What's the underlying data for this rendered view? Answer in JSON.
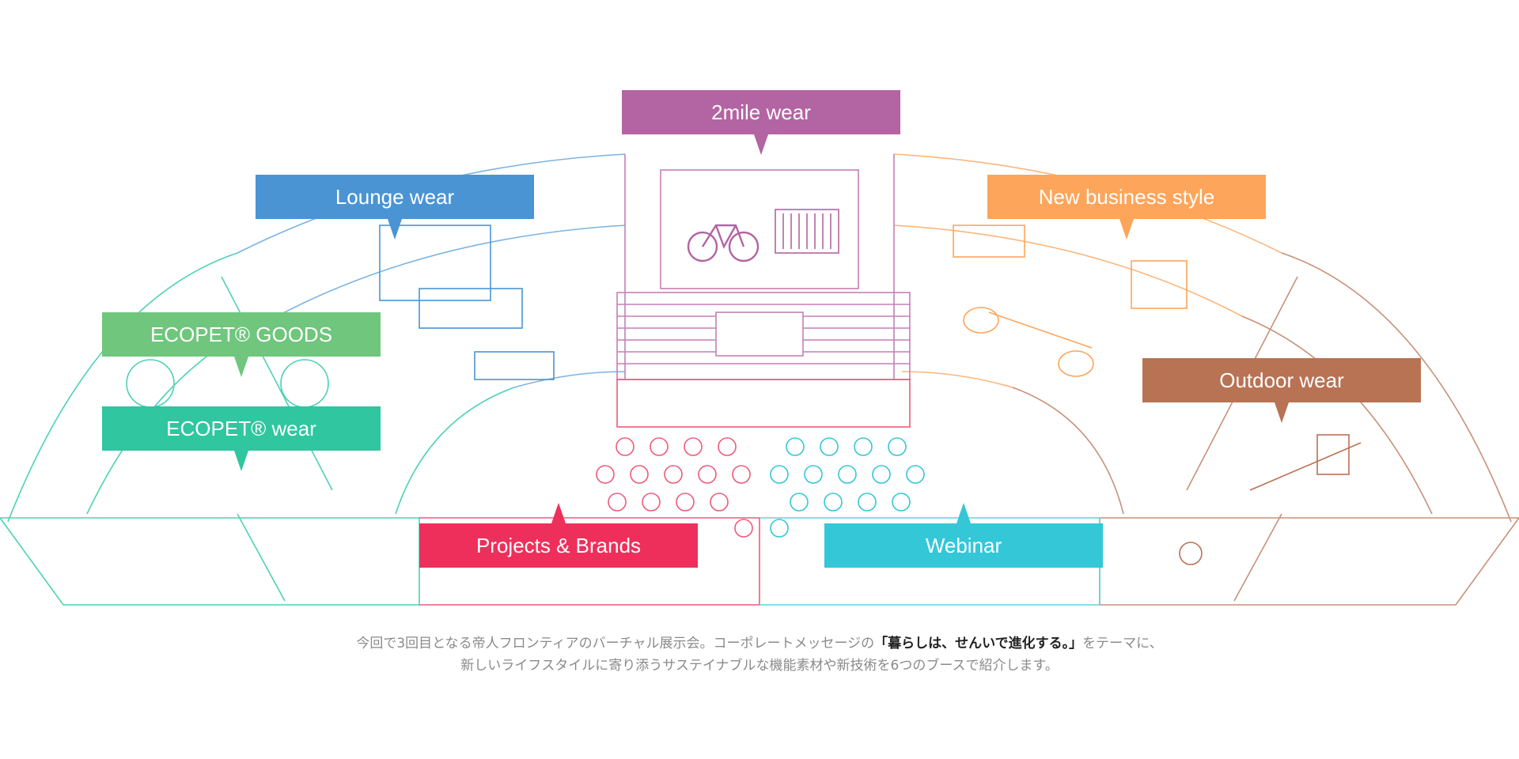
{
  "booths": {
    "two_mile_wear": {
      "label": "2mile wear",
      "color": "#b364a2"
    },
    "lounge_wear": {
      "label": "Lounge wear",
      "color": "#4a94d4"
    },
    "new_business_style": {
      "label": "New business style",
      "color": "#fda55a"
    },
    "ecopet_goods": {
      "label": "ECOPET® GOODS",
      "color": "#6fc67c"
    },
    "ecopet_wear": {
      "label": "ECOPET® wear",
      "color": "#2fc6a0"
    },
    "outdoor_wear": {
      "label": "Outdoor wear",
      "color": "#b87254"
    },
    "projects_brands": {
      "label": "Projects & Brands",
      "color": "#ef2f5b"
    },
    "webinar": {
      "label": "Webinar",
      "color": "#33c7d8"
    }
  },
  "description": {
    "line1_before": "今回で3回目となる帝人フロンティアのバーチャル展示会。コーポレートメッセージの",
    "line1_highlight": "「暮らしは、せんいで進化する。」",
    "line1_after": "をテーマに、",
    "line2": "新しいライフスタイルに寄り添うサステイナブルな機能素材や新技術を6つのブースで紹介します。"
  }
}
